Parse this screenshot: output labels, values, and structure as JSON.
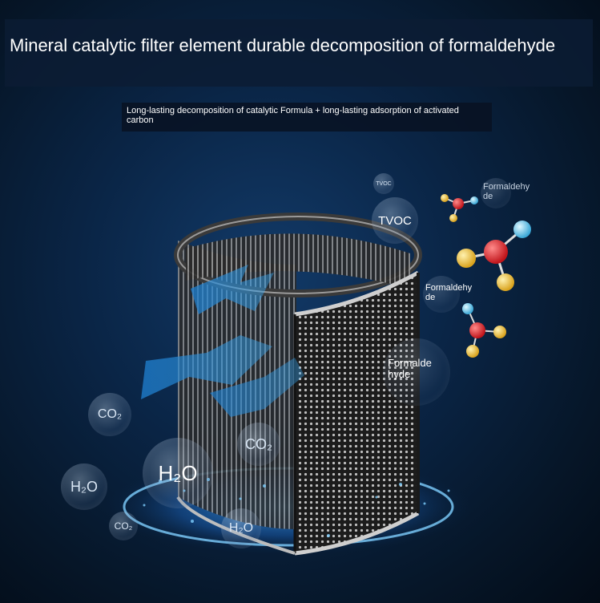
{
  "header": {
    "title": "Mineral catalytic filter element durable decomposition of formaldehyde",
    "subtitle": "Long-lasting decomposition of catalytic Formula + long-lasting adsorption of activated carbon"
  },
  "molecule_labels": {
    "top": "Formaldehy de",
    "middle": "Formaldehy de",
    "large": "Formalde hyde"
  },
  "bubbles": {
    "tvoc_small": "TVOC",
    "tvoc_large": "TVOC",
    "co2_left": "CO₂",
    "co2_center": "CO₂",
    "co2_bottom": "CO₂",
    "h2o_large": "H₂O",
    "h2o_left": "H₂O",
    "h2o_bottom": "H₂O"
  },
  "colors": {
    "background": "#0a2546",
    "accent_blue": "#2a8fd8",
    "atom_red": "#e0262b",
    "atom_yellow": "#f2c94c",
    "atom_cyan": "#7fd3f0"
  }
}
